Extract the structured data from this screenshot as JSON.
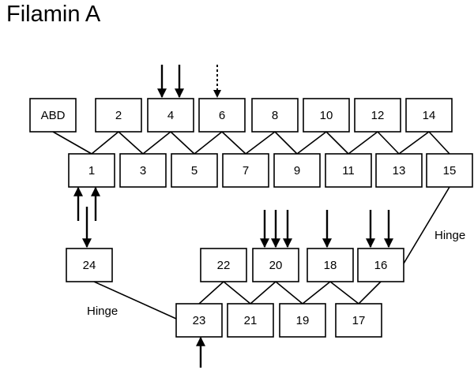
{
  "title": "Filamin A",
  "labels": {
    "hinge_upper": "Hinge",
    "hinge_lower": "Hinge"
  },
  "colors": {
    "stroke": "#000000",
    "fill": "#ffffff",
    "text": "#000000"
  },
  "domains": {
    "top_row": [
      "ABD",
      "2",
      "4",
      "6",
      "8",
      "10",
      "12",
      "14"
    ],
    "second_row": [
      "1",
      "3",
      "5",
      "7",
      "9",
      "11",
      "13",
      "15"
    ],
    "lower_upper_row": [
      "24",
      "22",
      "20",
      "18",
      "16"
    ],
    "lower_bottom_row": [
      "23",
      "21",
      "19",
      "17"
    ]
  },
  "arrows": {
    "domain_4": "2 solid arrows",
    "domain_6": "1 dotted arrow",
    "domain_1_up": "2 solid arrows",
    "domain_24_down": "1 solid arrow",
    "domain_20": "3 solid arrows",
    "domain_18": "1 solid arrow",
    "domain_16": "2 solid arrows",
    "domain_23_up": "1 solid arrow"
  }
}
